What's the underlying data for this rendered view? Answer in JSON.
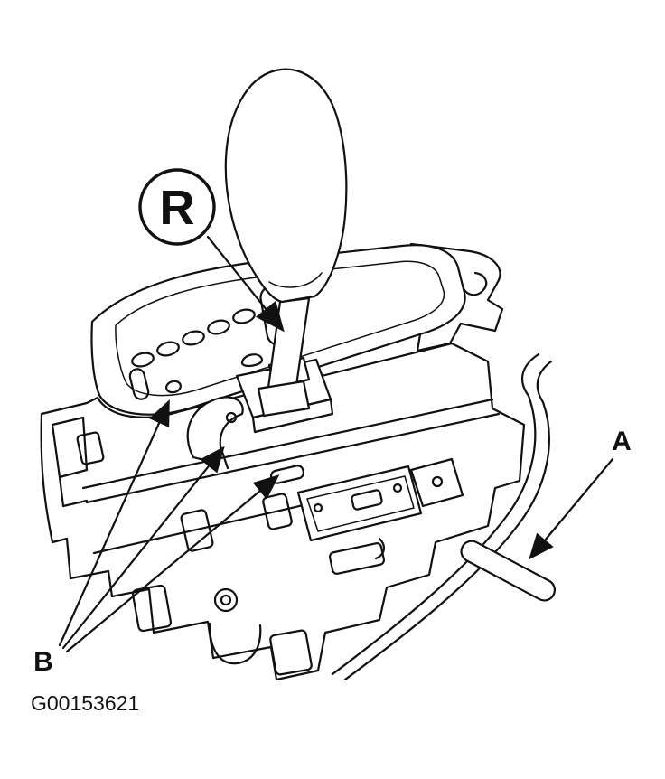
{
  "figure": {
    "code": "G00153621",
    "callouts": {
      "r": "R",
      "a": "A",
      "b": "B"
    }
  },
  "colors": {
    "background": "#ffffff",
    "line": "#111111"
  },
  "icons": {
    "r_badge": "circled-reverse-position-indicator",
    "arrows": "pointer-arrow"
  }
}
